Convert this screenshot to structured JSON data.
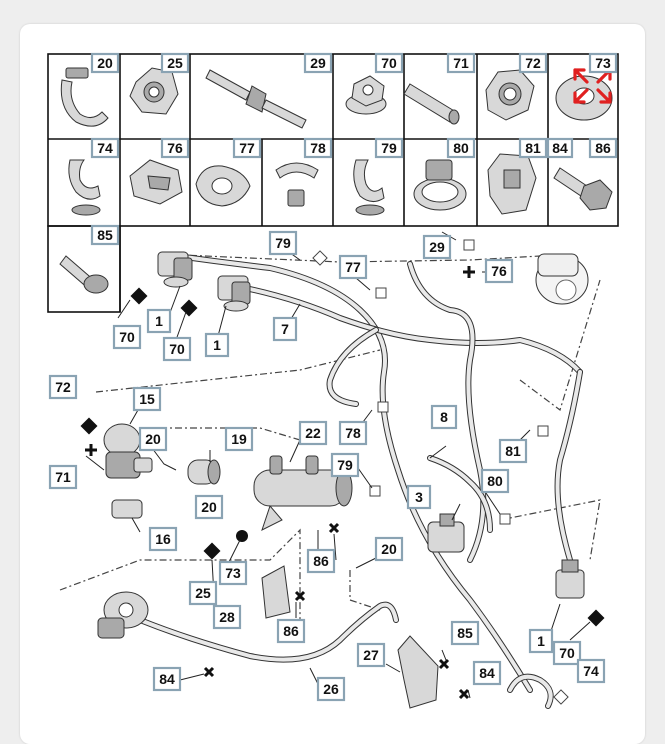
{
  "expand_icon": {
    "name": "expand-arrows-icon",
    "color": "#e02020"
  },
  "grid_labels": {
    "r1": [
      "20",
      "25",
      "29",
      "70",
      "71",
      "72",
      "73"
    ],
    "r2": [
      "74",
      "76",
      "77",
      "78",
      "79",
      "80",
      "81",
      "84",
      "86"
    ],
    "r3": [
      "85"
    ]
  },
  "callouts": {
    "c79": "79",
    "c77": "77",
    "c29": "29",
    "c76": "76",
    "c70a": "70",
    "c1a": "1",
    "c70b": "70",
    "c1b": "1",
    "c7": "7",
    "c72": "72",
    "c15": "15",
    "c20a": "20",
    "c19": "19",
    "c22": "22",
    "c78": "78",
    "c71": "71",
    "c8": "8",
    "c81": "81",
    "c79b": "79",
    "c80": "80",
    "c20b": "20",
    "c16": "16",
    "c3": "3",
    "c86a": "86",
    "c20c": "20",
    "c25": "25",
    "c73": "73",
    "c28": "28",
    "c86b": "86",
    "c85": "85",
    "c27": "27",
    "c1c": "1",
    "c70c": "70",
    "c74": "74",
    "c84a": "84",
    "c26": "26",
    "c84b": "84"
  }
}
